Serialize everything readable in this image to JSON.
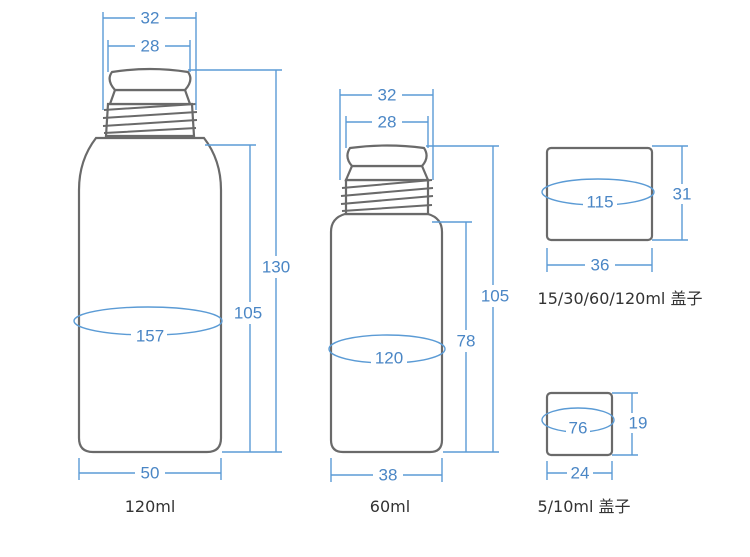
{
  "bottle_120ml": {
    "label": "120ml",
    "cap_outer": "32",
    "cap_inner": "28",
    "total_height": "130",
    "body_height": "105",
    "circumference": "157",
    "diameter": "50"
  },
  "bottle_60ml": {
    "label": "60ml",
    "cap_outer": "32",
    "cap_inner": "28",
    "total_height": "105",
    "body_height": "78",
    "circumference": "120",
    "diameter": "38"
  },
  "cap_large": {
    "label": "15/30/60/120ml 盖子",
    "height": "31",
    "circumference": "115",
    "diameter": "36"
  },
  "cap_small": {
    "label": "5/10ml 盖子",
    "height": "19",
    "circumference": "76",
    "diameter": "24"
  },
  "colors": {
    "dimension": "#5b9bd5",
    "outline": "#6a6a6a"
  }
}
